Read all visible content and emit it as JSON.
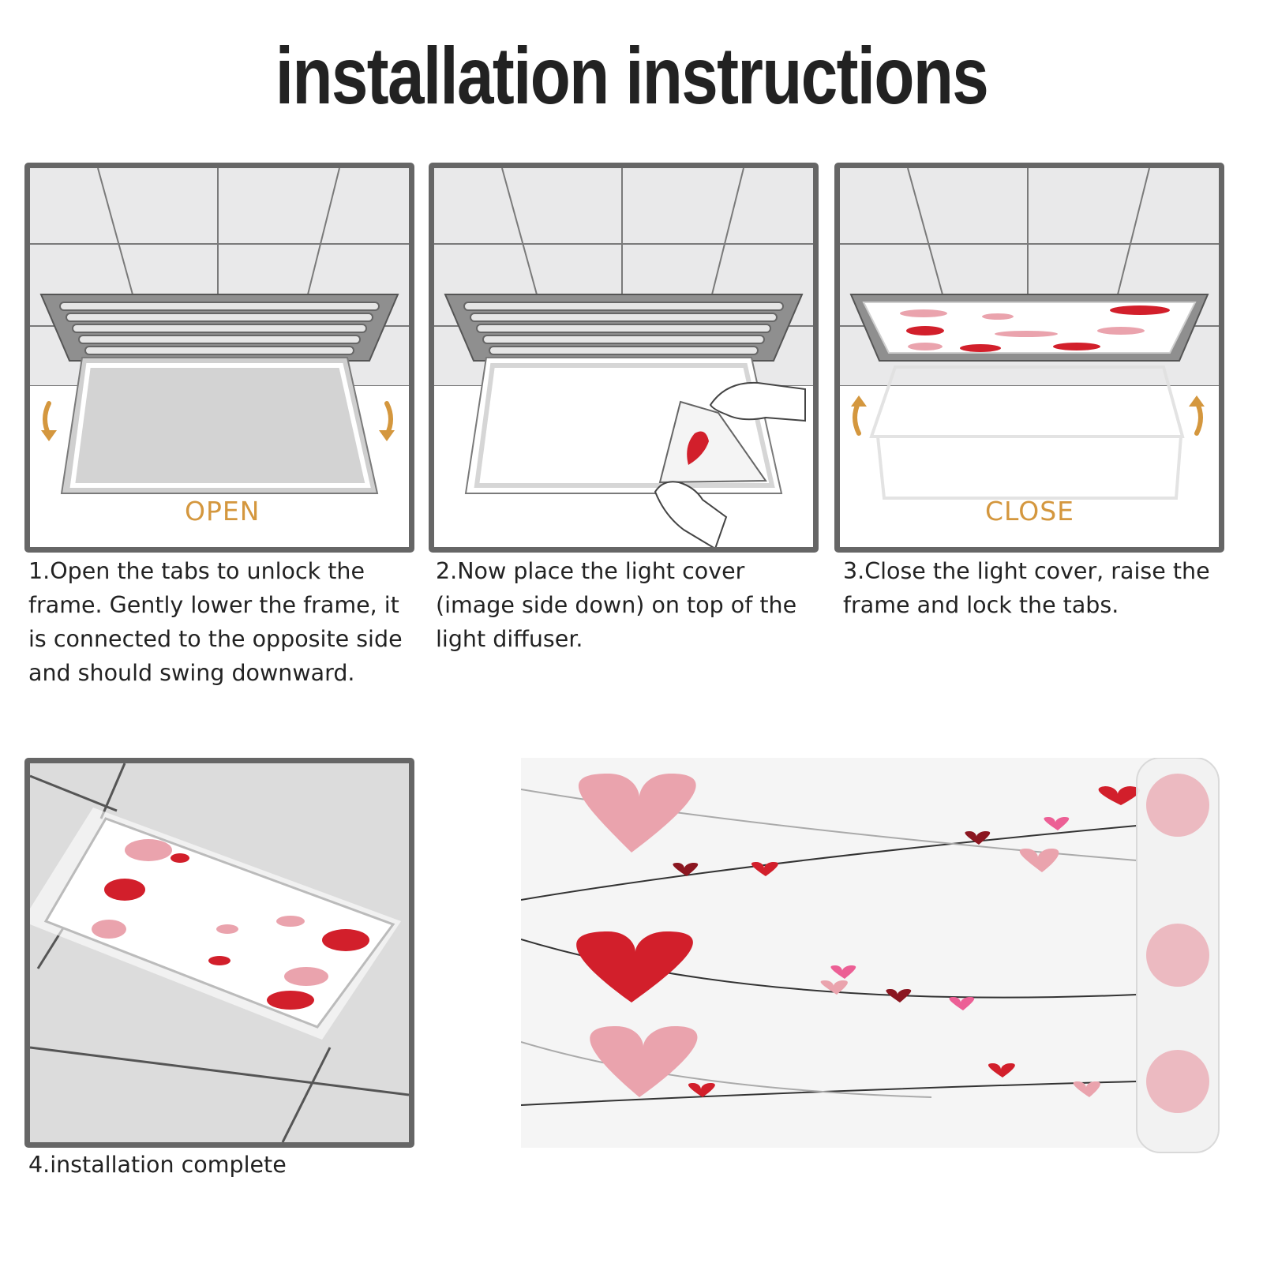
{
  "title": "installation instructions",
  "steps": [
    {
      "caption": "1.Open the tabs to unlock the frame. Gently lower the frame, it is connected to the opposite side and should swing downward.",
      "label": "OPEN"
    },
    {
      "caption": "2.Now place the light cover (image side down) on top of the light diffuser."
    },
    {
      "caption": "3.Close the light cover, raise the frame and lock the tabs.",
      "label": "CLOSE"
    },
    {
      "caption": "4.installation complete"
    }
  ],
  "colors": {
    "frame": "#666666",
    "arrow": "#d4973e",
    "heart_red": "#d21f2b",
    "heart_pink": "#eaa3ad"
  }
}
